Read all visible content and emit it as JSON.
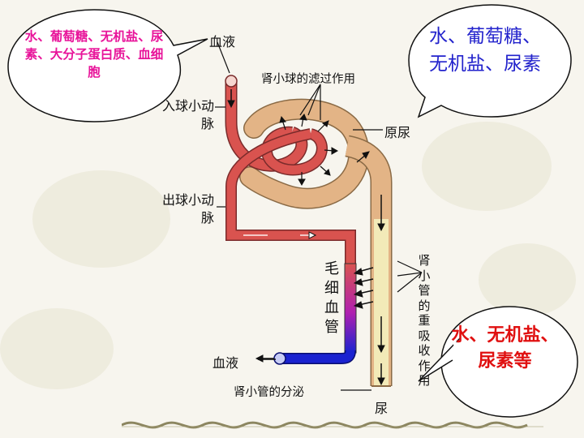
{
  "callouts": {
    "left": "水、葡萄糖、无机盐、尿素、大分子蛋白质、血细胞",
    "right": "水、葡萄糖、无机盐、尿素",
    "bottom": "水、无机盐、尿素等"
  },
  "labels": {
    "blood_top": "血液",
    "glomerular_filtration": "肾小球的滤过作用",
    "afferent_arteriole": "入球小动脉",
    "primary_urine": "原尿",
    "efferent_arteriole": "出球小动脉",
    "capillaries": "毛细血管",
    "tubular_reabsorption": "肾小管的重吸收作用",
    "blood_bottom": "血液",
    "tubular_secretion": "肾小管的分泌",
    "urine": "尿"
  },
  "colors": {
    "tubule": "#e3b486",
    "vessel": "#d9534f",
    "vessel_blue": "#1a22d0",
    "capillary_purple": "#b020b0",
    "tube_light": "#f2eab8"
  }
}
